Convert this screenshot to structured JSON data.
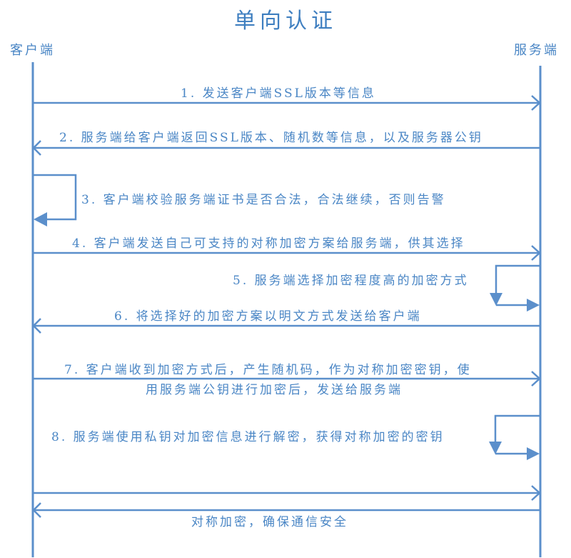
{
  "title": "单向认证",
  "actors": {
    "client": "客户端",
    "server": "服务端"
  },
  "colors": {
    "line": "#5b8fcb",
    "text": "#4a86c5"
  },
  "steps": [
    {
      "id": 1,
      "direction": "client-to-server",
      "text": "1. 发送客户端SSL版本等信息"
    },
    {
      "id": 2,
      "direction": "server-to-client",
      "text": "2. 服务端给客户端返回SSL版本、随机数等信息，以及服务器公钥"
    },
    {
      "id": 3,
      "direction": "self-client",
      "text": "3. 客户端校验服务端证书是否合法，合法继续，否则告警"
    },
    {
      "id": 4,
      "direction": "client-to-server",
      "text": "4. 客户端发送自己可支持的对称加密方案给服务端，供其选择"
    },
    {
      "id": 5,
      "direction": "self-server",
      "text": "5. 服务端选择加密程度高的加密方式"
    },
    {
      "id": 6,
      "direction": "server-to-client",
      "text": "6. 将选择好的加密方案以明文方式发送给客户端"
    },
    {
      "id": 7,
      "direction": "client-to-server",
      "text_line1": "7. 客户端收到加密方式后，产生随机码，作为对称加密密钥，使",
      "text_line2": "用服务端公钥进行加密后，发送给服务端"
    },
    {
      "id": 8,
      "direction": "self-server",
      "text": "8. 服务端使用私钥对加密信息进行解密，获得对称加密的密钥"
    },
    {
      "id": 9,
      "direction": "bidirectional",
      "text": "对称加密，确保通信安全"
    }
  ]
}
